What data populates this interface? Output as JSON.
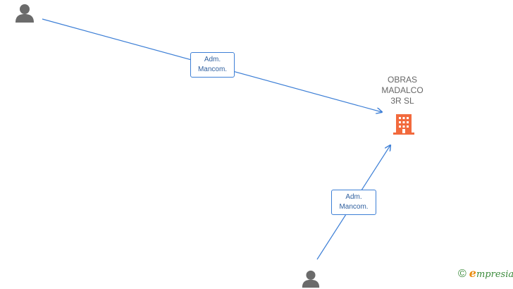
{
  "company": {
    "name_lines": [
      "OBRAS",
      "MADALCO",
      "3R SL"
    ],
    "icon": "building-icon",
    "color": "#f26a3d"
  },
  "persons": [
    {
      "icon": "person-icon",
      "color": "#6b6b6b"
    },
    {
      "icon": "person-icon",
      "color": "#6b6b6b"
    }
  ],
  "relations": [
    {
      "label_lines": [
        "Adm.",
        "Mancom."
      ]
    },
    {
      "label_lines": [
        "Adm.",
        "Mancom."
      ]
    }
  ],
  "edge_color": "#3d7fd6",
  "brand": {
    "copyright_symbol": "©",
    "initial": "e",
    "rest": "mpresia"
  }
}
